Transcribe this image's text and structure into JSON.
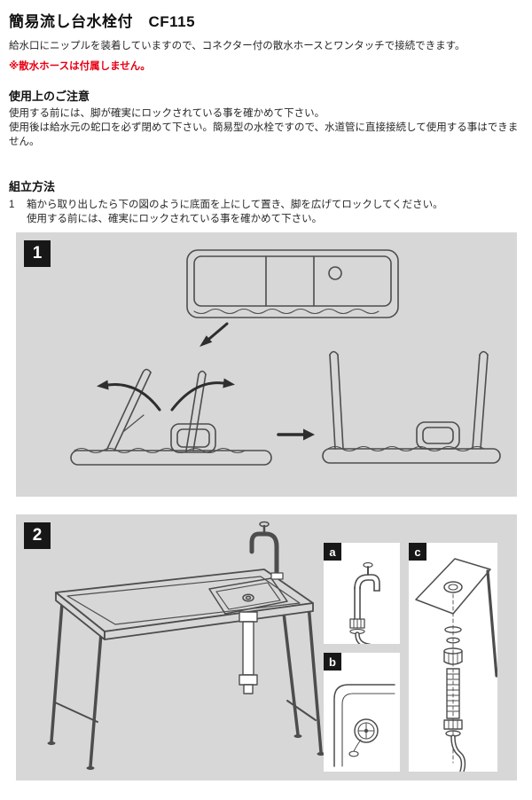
{
  "doc": {
    "title": "簡易流し台水栓付　CF115",
    "intro": "給水口にニップルを装着していますので、コネクター付の散水ホースとワンタッチで接続できます。",
    "note": "※散水ホースは付属しません。",
    "caution": {
      "heading": "使用上のご注意",
      "line1": "使用する前には、脚が確実にロックされている事を確かめて下さい。",
      "line2": "使用後は給水元の蛇口を必ず閉めて下さい。簡易型の水栓ですので、水道管に直接接続して使用する事はできません。"
    },
    "assembly": {
      "heading": "組立方法",
      "step_number": "1",
      "line1": "箱から取り出したら下の図のように底面を上にして置き、脚を広げてロックしてください。",
      "line2": "使用する前には、確実にロックされている事を確かめて下さい。"
    }
  },
  "figures": {
    "fig1": {
      "label": "1"
    },
    "fig2": {
      "label": "2"
    },
    "sub_a": {
      "label": "a"
    },
    "sub_b": {
      "label": "b"
    },
    "sub_c": {
      "label": "c"
    }
  },
  "colors": {
    "accent_red": "#e60012",
    "panel_gray": "#d7d7d7",
    "badge_black": "#171717",
    "line_gray": "#4d4d4d"
  }
}
